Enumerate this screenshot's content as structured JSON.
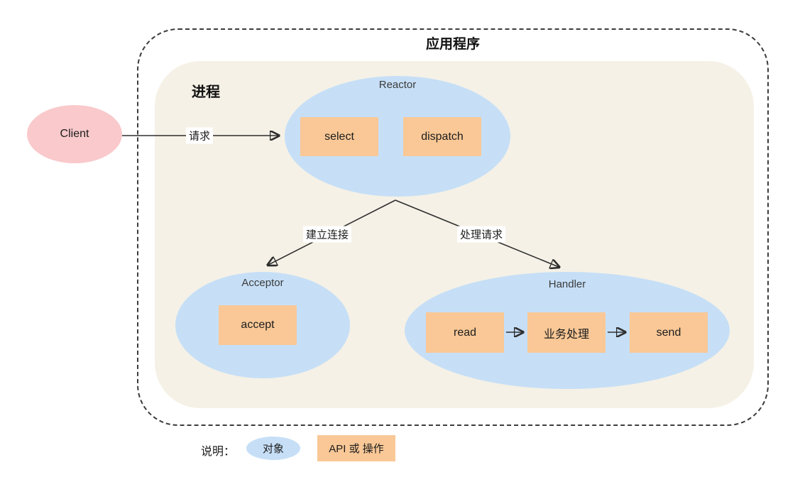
{
  "diagram": {
    "application_label": "应用程序",
    "process_label": "进程",
    "client_label": "Client",
    "edges": {
      "request_label": "请求",
      "establish_connection_label": "建立连接",
      "handle_request_label": "处理请求"
    },
    "nodes": {
      "reactor": {
        "title": "Reactor",
        "ops": [
          "select",
          "dispatch"
        ]
      },
      "acceptor": {
        "title": "Acceptor",
        "ops": [
          "accept"
        ]
      },
      "handler": {
        "title": "Handler",
        "ops": [
          "read",
          "业务处理",
          "send"
        ]
      }
    },
    "legend": {
      "label": "说明：",
      "object_label": "对象",
      "api_label": "API 或 操作"
    },
    "colors": {
      "object-blue": "#C6DFF7",
      "op-orange": "#F9C896",
      "client-pink": "#F9C9CB",
      "process-beige": "#F5F1E6",
      "line": "#2E2E2E"
    }
  }
}
